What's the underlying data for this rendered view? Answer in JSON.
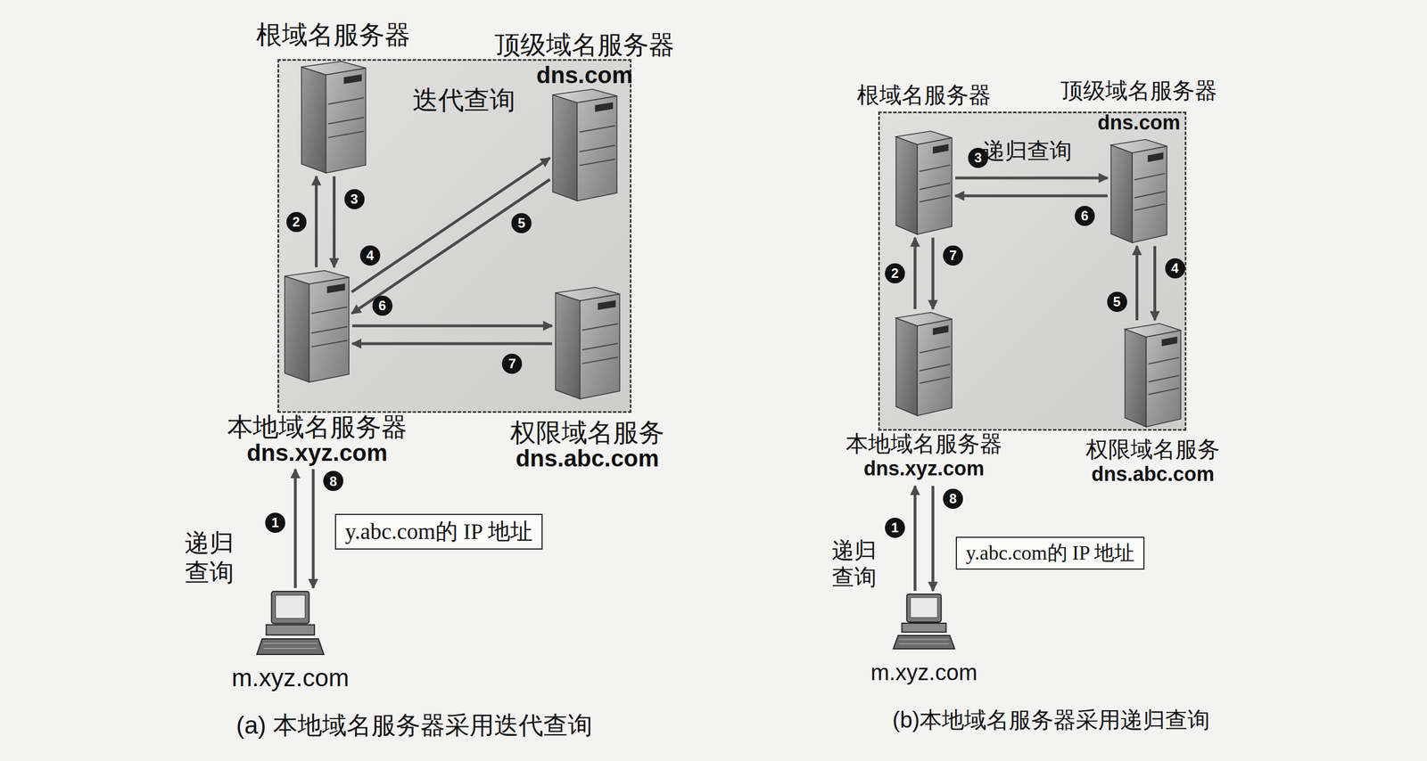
{
  "diagram": {
    "nodes": [
      {
        "text": [
          "迭代查询"
        ]
      },
      {
        "text": [
          "根域名服务器"
        ],
        "in": 0
      },
      {
        "text": [
          "顶级域名服务器",
          "dns.com"
        ],
        "in": 0
      },
      {
        "text": [
          "本地域名服务器",
          "dns.xyz.com"
        ],
        "in": 0
      },
      {
        "text": [
          "权限域名服务",
          "dns.abc.com"
        ],
        "in": 0
      },
      {
        "text": [
          "m.xyz.com"
        ]
      },
      {
        "text": [
          "y.abc.com的 IP 地址"
        ]
      },
      {
        "text": [
          "递归查询"
        ]
      },
      {
        "text": [
          "根域名服务器"
        ],
        "in": 7
      },
      {
        "text": [
          "顶级域名服务器",
          "dns.com"
        ],
        "in": 7
      },
      {
        "text": [
          "本地域名服务器",
          "dns.xyz.com"
        ],
        "in": 7
      },
      {
        "text": [
          "权限域名服务",
          "dns.abc.com"
        ],
        "in": 7
      },
      {
        "text": [
          "m.xyz.com"
        ]
      },
      {
        "text": [
          "y.abc.com的 IP 地址"
        ]
      }
    ],
    "edges": [
      {
        "from": 5,
        "to": 3,
        "arrow": "to",
        "label": "1"
      },
      {
        "from": 3,
        "to": 1,
        "arrow": "to",
        "label": "2"
      },
      {
        "from": 1,
        "to": 3,
        "arrow": "to",
        "label": "3"
      },
      {
        "from": 3,
        "to": 2,
        "arrow": "to",
        "label": "4"
      },
      {
        "from": 2,
        "to": 3,
        "arrow": "to",
        "label": "5"
      },
      {
        "from": 3,
        "to": 4,
        "arrow": "to",
        "label": "6"
      },
      {
        "from": 4,
        "to": 3,
        "arrow": "to",
        "label": "7"
      },
      {
        "from": 3,
        "to": 5,
        "arrow": "to",
        "label": "8"
      },
      {
        "from": 12,
        "to": 10,
        "arrow": "to",
        "label": "1"
      },
      {
        "from": 10,
        "to": 8,
        "arrow": "to",
        "label": "2"
      },
      {
        "from": 8,
        "to": 9,
        "arrow": "to",
        "label": "3"
      },
      {
        "from": 9,
        "to": 11,
        "arrow": "to",
        "label": "4"
      },
      {
        "from": 11,
        "to": 9,
        "arrow": "to",
        "label": "5"
      },
      {
        "from": 9,
        "to": 8,
        "arrow": "to",
        "label": "6"
      },
      {
        "from": 8,
        "to": 10,
        "arrow": "to",
        "label": "7"
      },
      {
        "from": 10,
        "to": 12,
        "arrow": "to",
        "label": "8"
      }
    ],
    "labels": [
      "递归查询",
      "(a) 本地域名服务器采用迭代查询",
      "递归查询",
      "(b)本地域名服务器采用递归查询"
    ]
  }
}
